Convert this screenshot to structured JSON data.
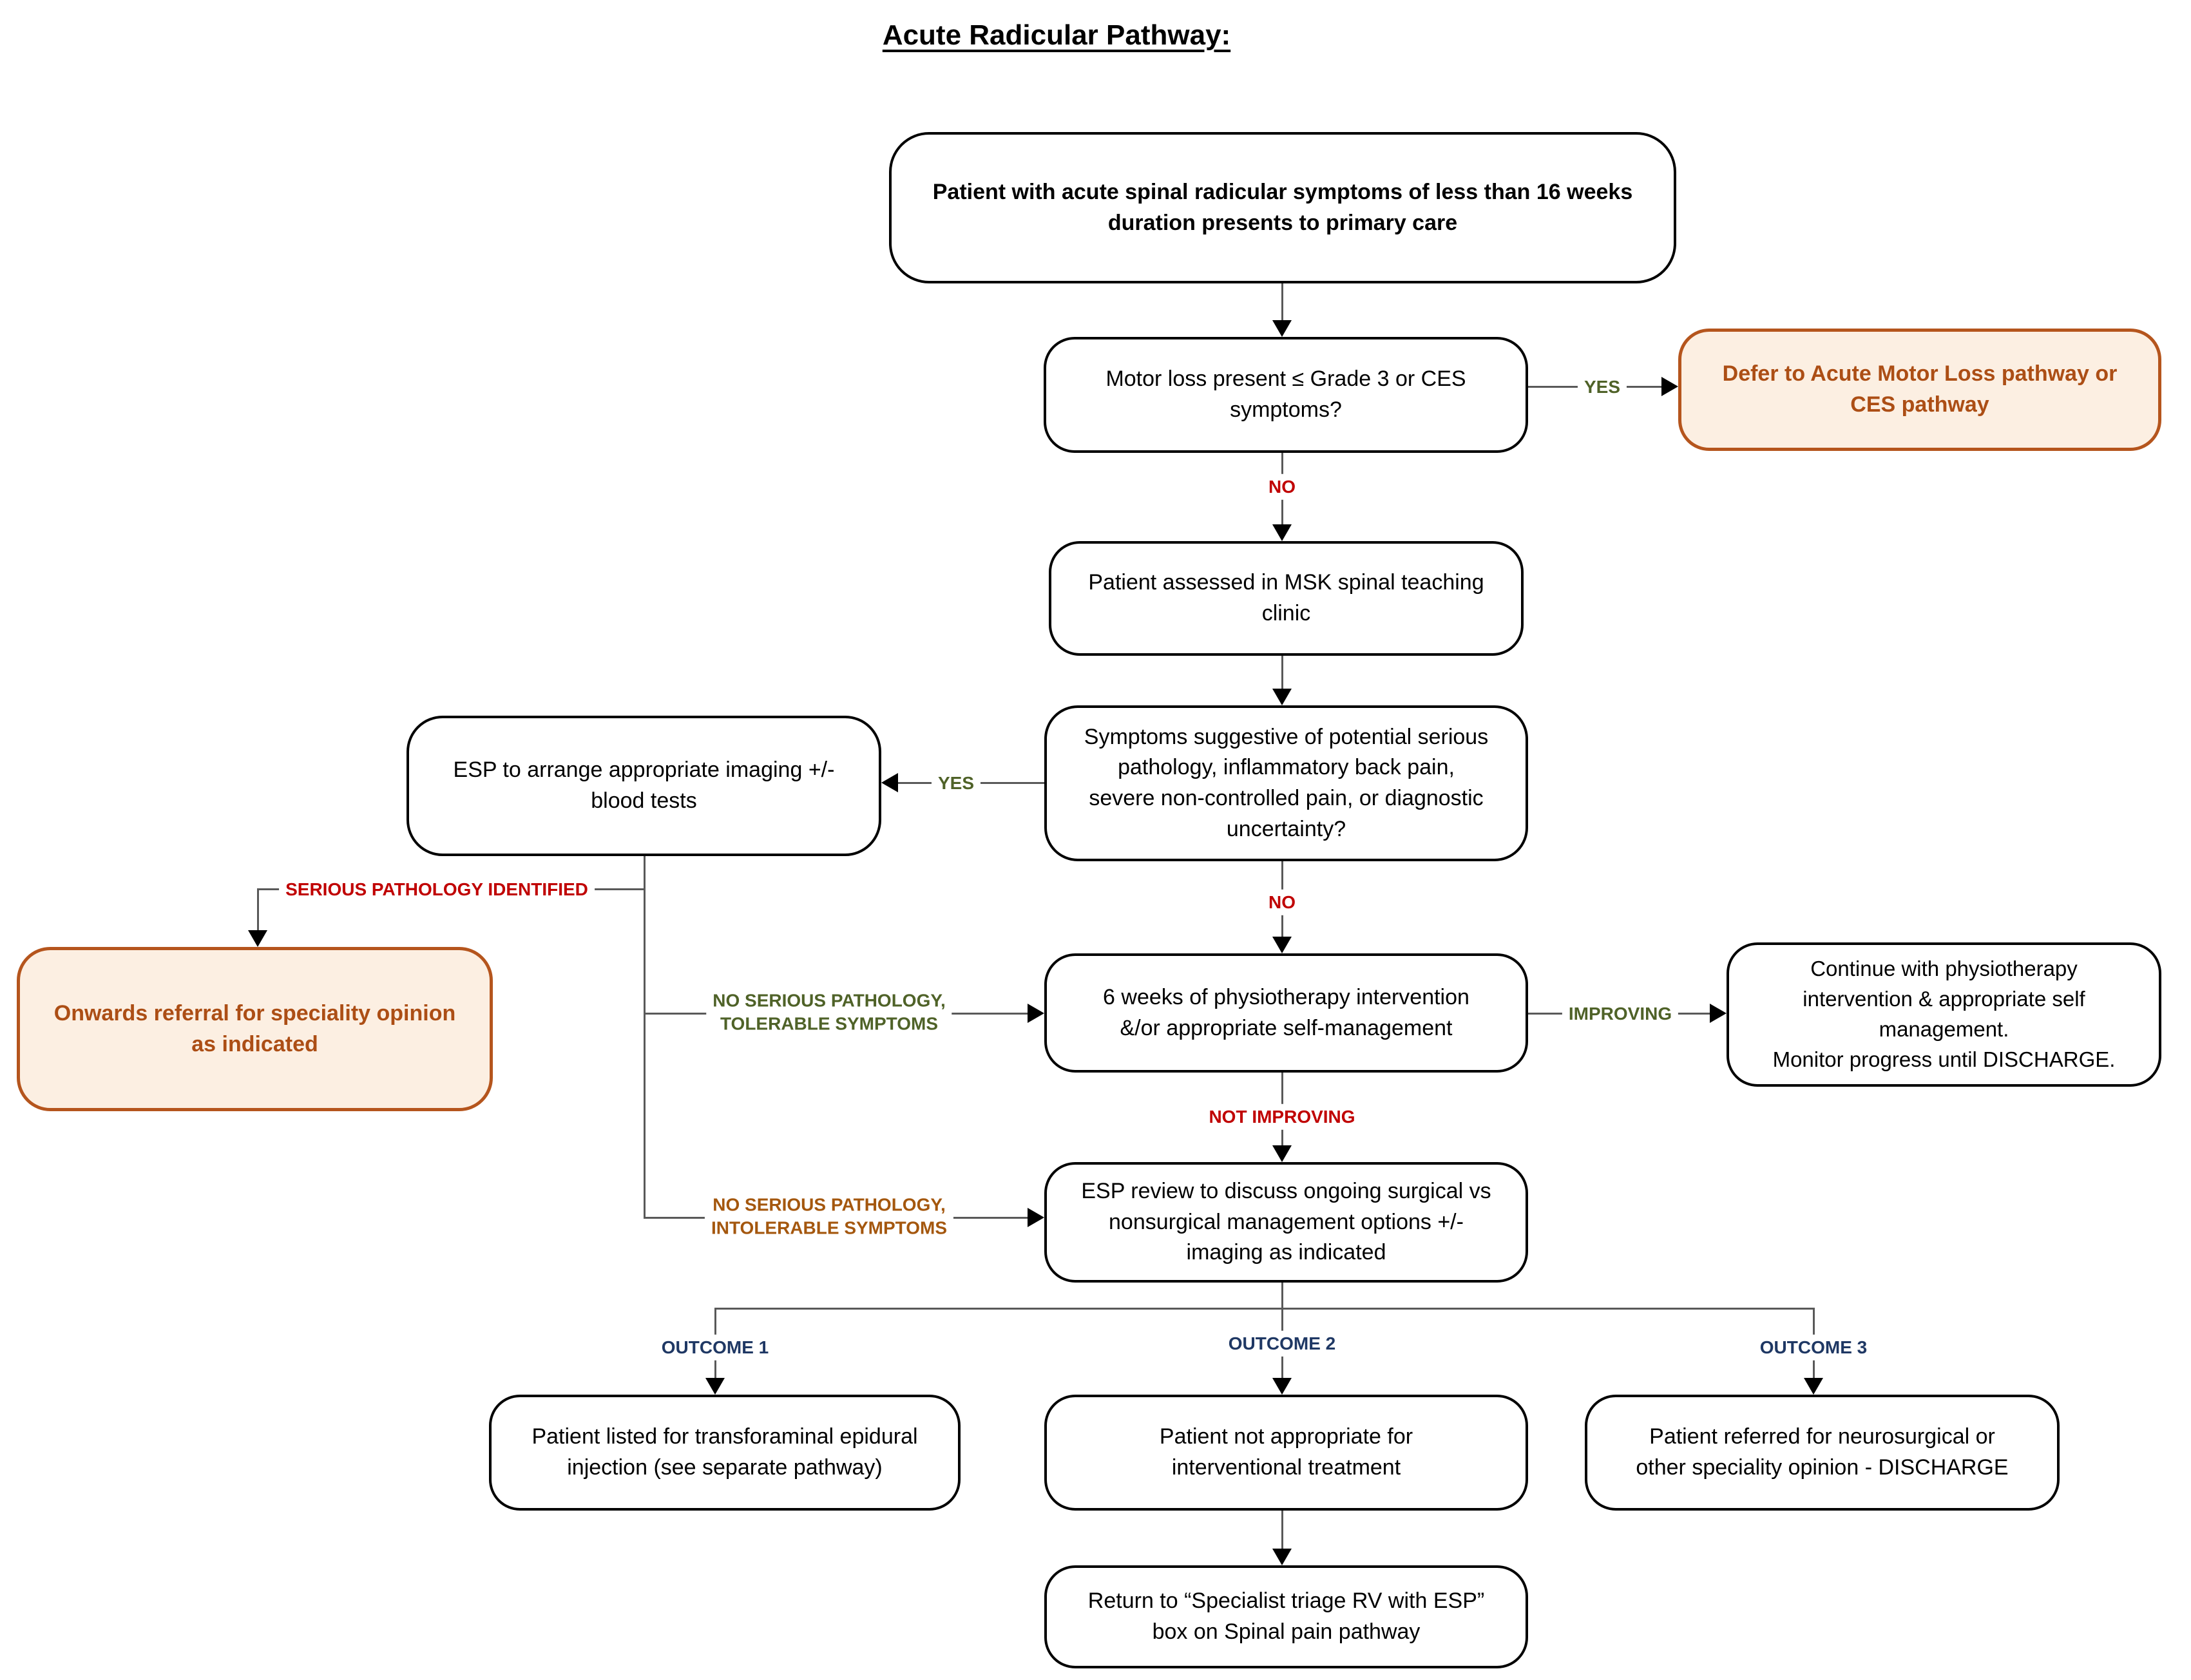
{
  "title": "Acute Radicular Pathway:",
  "colors": {
    "box_border": "#000000",
    "accent_box_border": "#b5551d",
    "accent_box_fill": "#fcefe2",
    "accent_box_text": "#ac4e15",
    "yes_no_green": "#4f6228",
    "no_red": "#c00000",
    "intolerable_brown": "#a4570e",
    "outcome_navy": "#1f3864",
    "connector_gray": "#595959"
  },
  "boxes": {
    "start": {
      "line1": "Patient with acute spinal radicular symptoms of less than 16 weeks",
      "line2": "duration presents to primary care"
    },
    "motor_loss": {
      "line1": "Motor loss present ≤ Grade 3 or CES",
      "line2": "symptoms?"
    },
    "defer": {
      "line1": "Defer to Acute Motor Loss pathway or",
      "line2": "CES pathway"
    },
    "msk_clinic": {
      "line1": "Patient assessed in MSK spinal teaching",
      "line2": "clinic"
    },
    "symptoms": {
      "line1": "Symptoms suggestive of potential serious",
      "line2": "pathology, inflammatory back pain,",
      "line3": "severe non-controlled pain, or diagnostic",
      "line4": "uncertainty?"
    },
    "esp_imaging": {
      "line1": "ESP to arrange appropriate imaging +/-",
      "line2": "blood tests"
    },
    "onwards": {
      "line1": "Onwards referral for speciality opinion",
      "line2": "as indicated"
    },
    "physio": {
      "line1": "6 weeks of physiotherapy intervention",
      "line2": "&/or appropriate self-management"
    },
    "continue_physio": {
      "line1": "Continue with physiotherapy",
      "line2": "intervention & appropriate self",
      "line3": "management.",
      "line4": "Monitor progress until DISCHARGE."
    },
    "esp_review": {
      "line1": "ESP review to discuss ongoing surgical vs",
      "line2": "nonsurgical management options +/-",
      "line3": "imaging as indicated"
    },
    "outcome1_box": {
      "line1": "Patient listed for transforaminal epidural",
      "line2": "injection (see separate pathway)"
    },
    "outcome2_box": {
      "line1": "Patient not appropriate for",
      "line2": "interventional treatment"
    },
    "outcome3_box": {
      "line1": "Patient referred for neurosurgical or",
      "line2": "other speciality opinion - DISCHARGE"
    },
    "return_box": {
      "line1": "Return to “Specialist triage RV with ESP”",
      "line2": "box on Spinal pain pathway"
    }
  },
  "labels": {
    "yes_motor": "YES",
    "no_motor": "NO",
    "yes_symptoms": "YES",
    "no_symptoms": "NO",
    "serious": "SERIOUS PATHOLOGY IDENTIFIED",
    "tolerable_l1": "NO SERIOUS PATHOLOGY,",
    "tolerable_l2": "TOLERABLE SYMPTOMS",
    "improving": "IMPROVING",
    "not_improving": "NOT IMPROVING",
    "intolerable_l1": "NO SERIOUS PATHOLOGY,",
    "intolerable_l2": "INTOLERABLE SYMPTOMS",
    "outcome1": "OUTCOME 1",
    "outcome2": "OUTCOME 2",
    "outcome3": "OUTCOME 3"
  }
}
